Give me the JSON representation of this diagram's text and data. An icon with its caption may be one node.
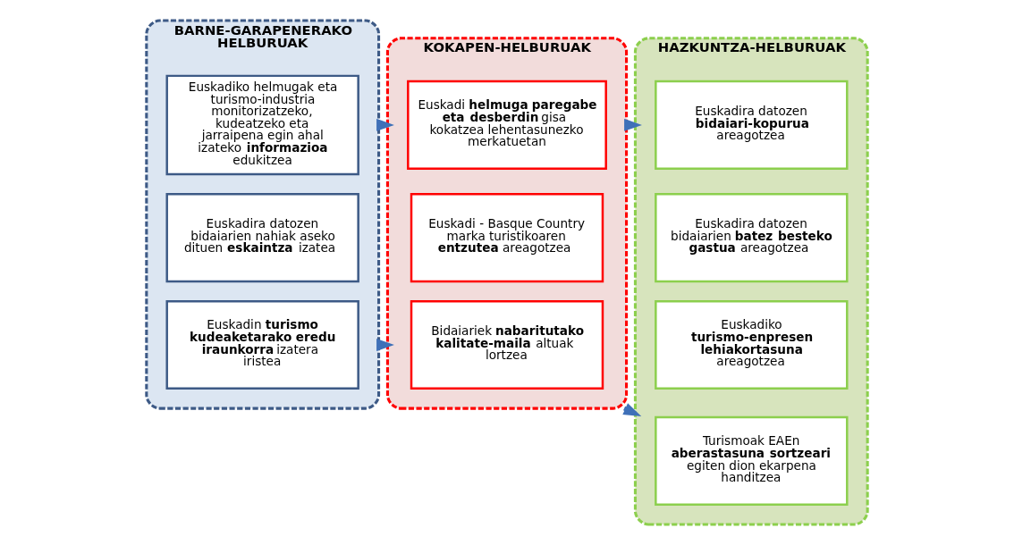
{
  "diagram": {
    "nodes": [
      {
        "text": [
          "BARNE-GARAPENERAKO HELBURUAK"
        ]
      },
      {
        "text": [
          "Euskadiko helmugak eta turismo-industria monitorizatzeko, kudeatzeko eta jarraipena egin ahal izateko **informazioa** edukitzea"
        ],
        "in": 0
      },
      {
        "text": [
          "Euskadira datozen bidaiarien nahiak aseko dituen **eskaintza** izatea"
        ],
        "in": 0
      },
      {
        "text": [
          "Euskadin **turismo kudeaketarako eredu iraunkorra** izatera iristea"
        ],
        "in": 0
      },
      {
        "text": [
          "KOKAPEN-HELBURUAK"
        ]
      },
      {
        "text": [
          "Euskadi **helmuga paregabe eta desberdin** gisa kokatzea lehentasunezko merkatuetan"
        ],
        "in": 4
      },
      {
        "text": [
          "Euskadi - Basque Country marka turistikoaren **entzutea** areagotzea"
        ],
        "in": 4
      },
      {
        "text": [
          "Bidaiariek **nabaritutako kalitate-maila** altuak lortzea"
        ],
        "in": 4
      },
      {
        "text": [
          "HAZKUNTZA-HELBURUAK"
        ]
      },
      {
        "text": [
          "Euskadira datozen **bidaiari-kopurua** areagotzea"
        ],
        "in": 8
      },
      {
        "text": [
          "Euskadira datozen bidaiarien **batez besteko gastua** areagotzea"
        ],
        "in": 8
      },
      {
        "text": [
          "Euskadiko **turismo-enpresen lehiakortasuna** areagotzea"
        ],
        "in": 8
      },
      {
        "text": [
          "Turismoak EAEn **aberastasuna sortzeari** egiten dion ekarpena handitzea"
        ],
        "in": 8
      }
    ],
    "edges": [
      {
        "from": 0,
        "to": 4,
        "arrow": "to"
      },
      {
        "from": 4,
        "to": 8,
        "arrow": "to"
      },
      {
        "from": 0,
        "to": 4,
        "arrow": "to"
      },
      {
        "from": 4,
        "to": 8,
        "arrow": "to"
      }
    ]
  }
}
